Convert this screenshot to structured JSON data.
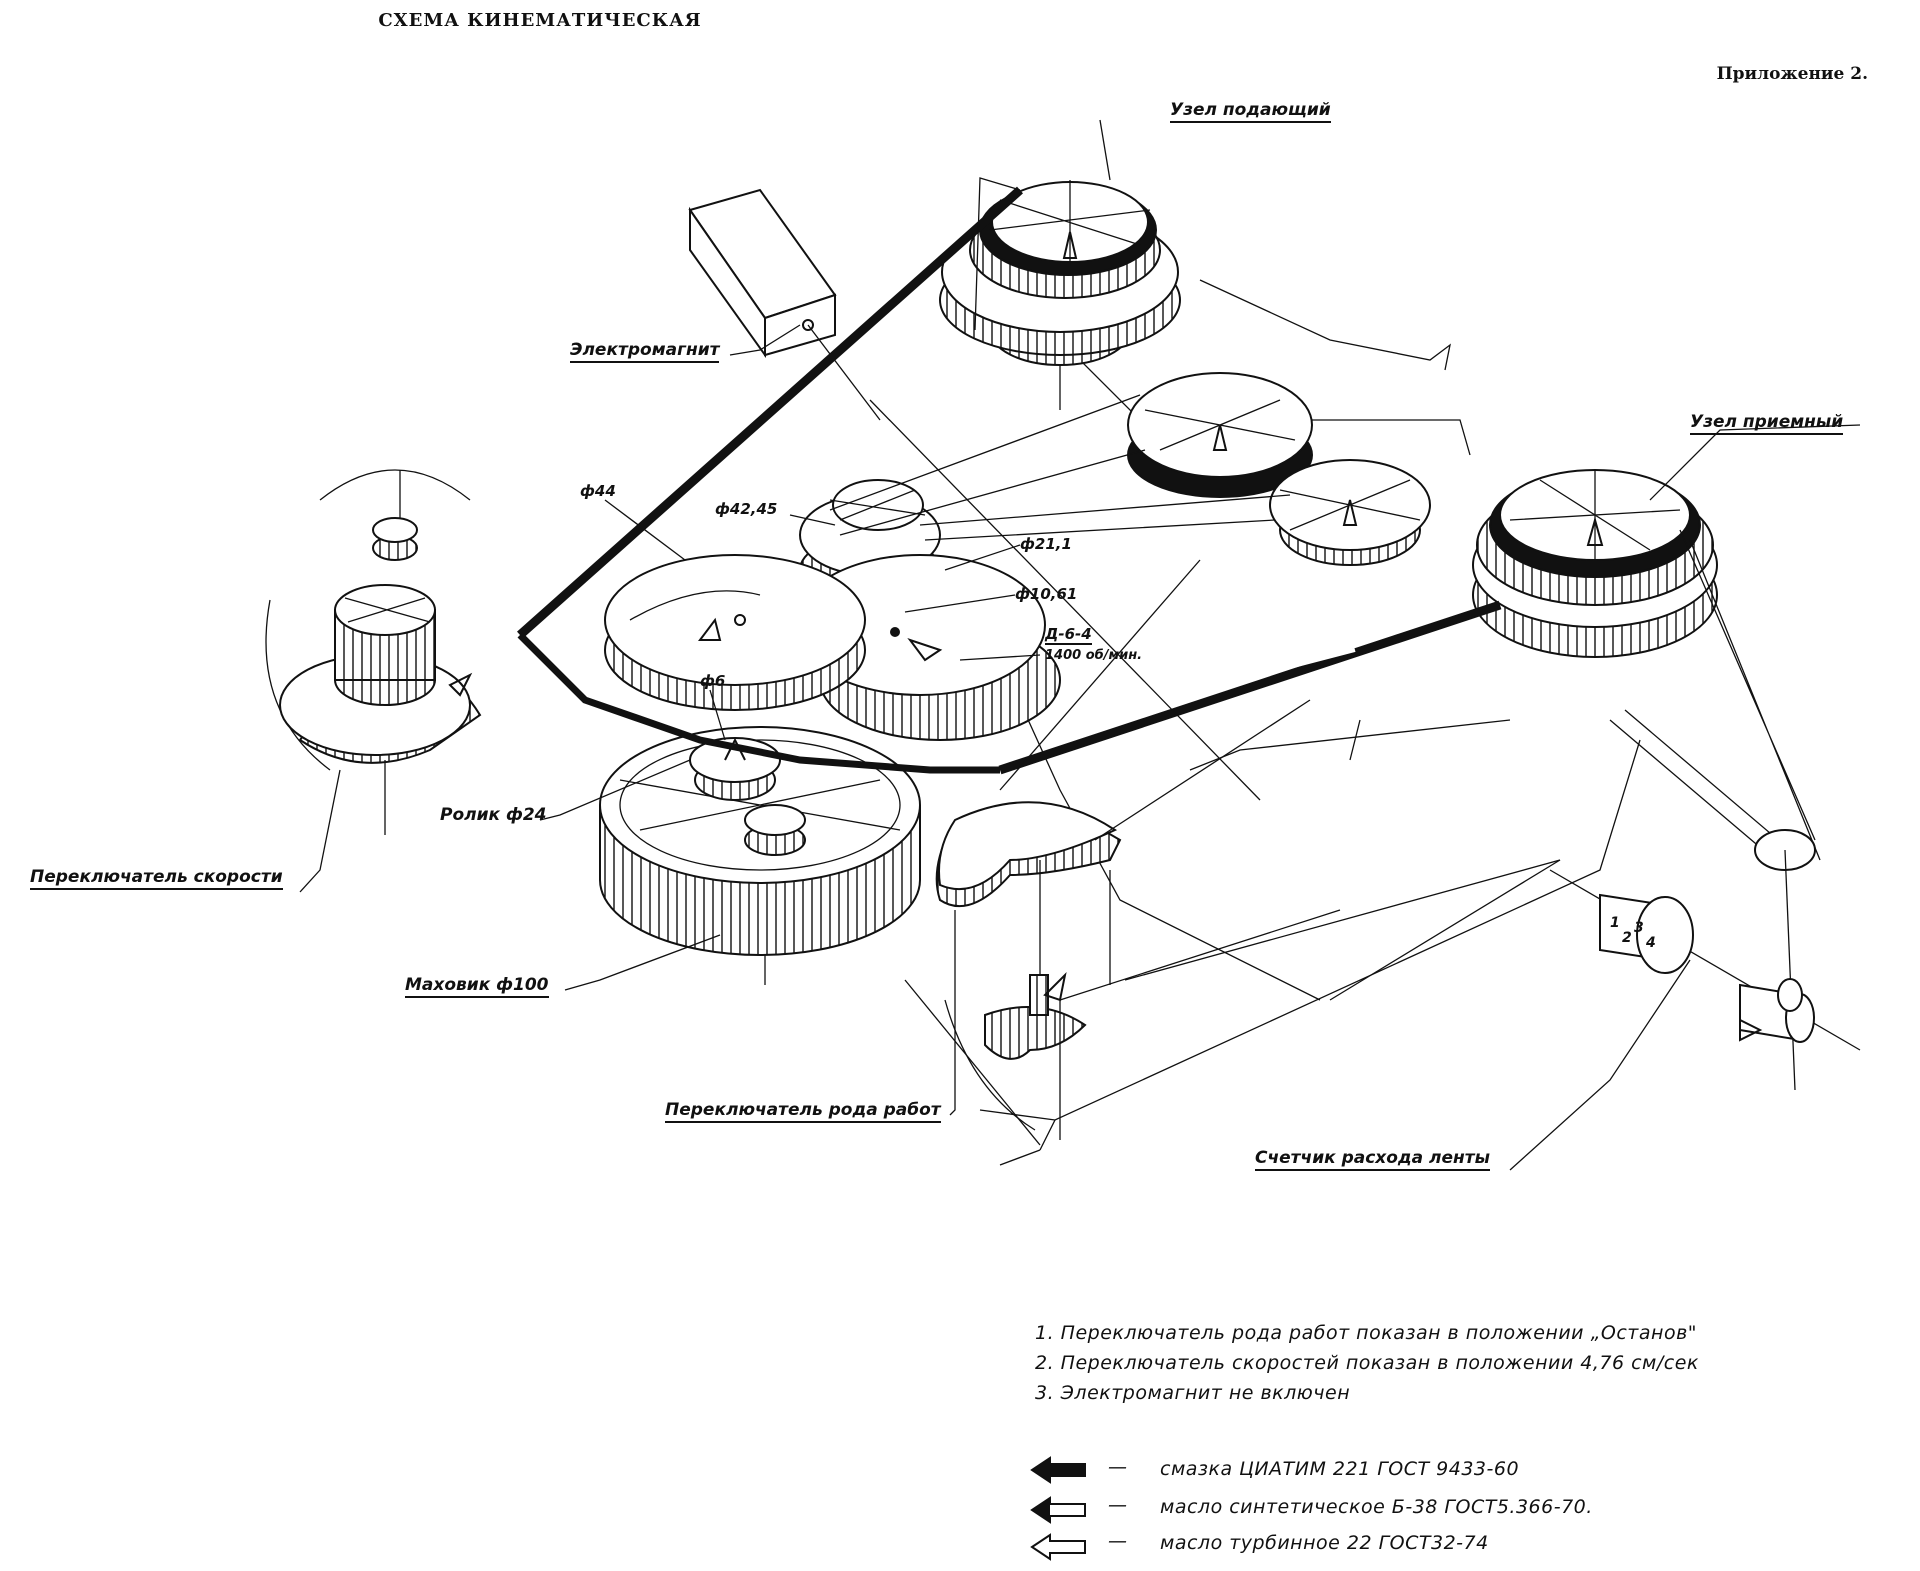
{
  "page": {
    "title": "СХЕМА КИНЕМАТИЧЕСКАЯ",
    "appendix": "Приложение 2."
  },
  "labels": {
    "feed_unit": "Узел подающий",
    "electromagnet": "Электромагнит",
    "take_up_unit": "Узел приемный",
    "speed_switch": "Переключатель скорости",
    "roller": "Ролик ф24",
    "flywheel": "Маховик ф100",
    "mode_switch": "Переключатель рода работ",
    "tape_counter": "Счетчик расхода ленты"
  },
  "dimensions": {
    "d44": "ф44",
    "d42_45": "ф42,45",
    "d21_1": "ф21,1",
    "d10_61": "ф10,61",
    "d6": "ф6",
    "motor": "Д-6-4",
    "motor_speed": "1400 об/мин."
  },
  "counter_digits": [
    "1",
    "2",
    "3",
    "4"
  ],
  "notes": [
    "1. Переключатель рода работ показан в положении „Останов\"",
    "2. Переключатель скоростей показан в положении 4,76 см/сек",
    "3. Электромагнит не включен"
  ],
  "legend": [
    {
      "icon": "solid-arrow-icon",
      "dash": "—",
      "text": "смазка ЦИАТИМ 221 ГОСТ 9433-60"
    },
    {
      "icon": "half-arrow-icon",
      "dash": "—",
      "text": "масло синтетическое Б-38 ГОСТ5.366-70."
    },
    {
      "icon": "hollow-arrow-icon",
      "dash": "—",
      "text": "масло турбинное 22 ГОСТ32-74"
    }
  ]
}
